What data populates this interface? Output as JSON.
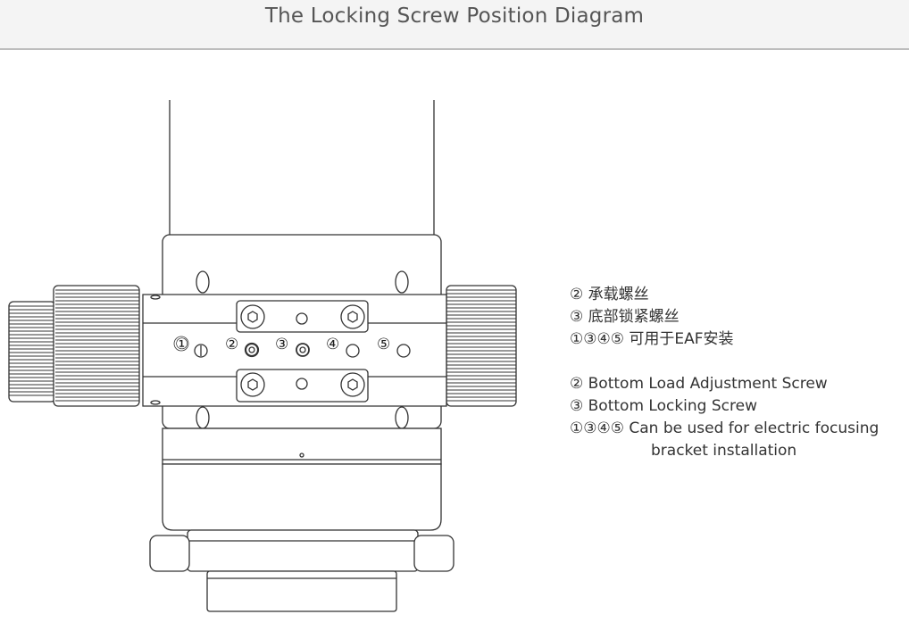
{
  "header": {
    "title": "The Locking Screw Position Diagram"
  },
  "diagram": {
    "labels": [
      "①",
      "②",
      "③",
      "④",
      "⑤"
    ]
  },
  "legend": {
    "chinese": [
      "② 承载螺丝",
      "③ 底部锁紧螺丝",
      "①③④⑤ 可用于EAF安装"
    ],
    "english": [
      "② Bottom Load Adjustment Screw",
      "③ Bottom Locking Screw",
      "①③④⑤ Can be used for electric focusing",
      "bracket installation"
    ]
  }
}
